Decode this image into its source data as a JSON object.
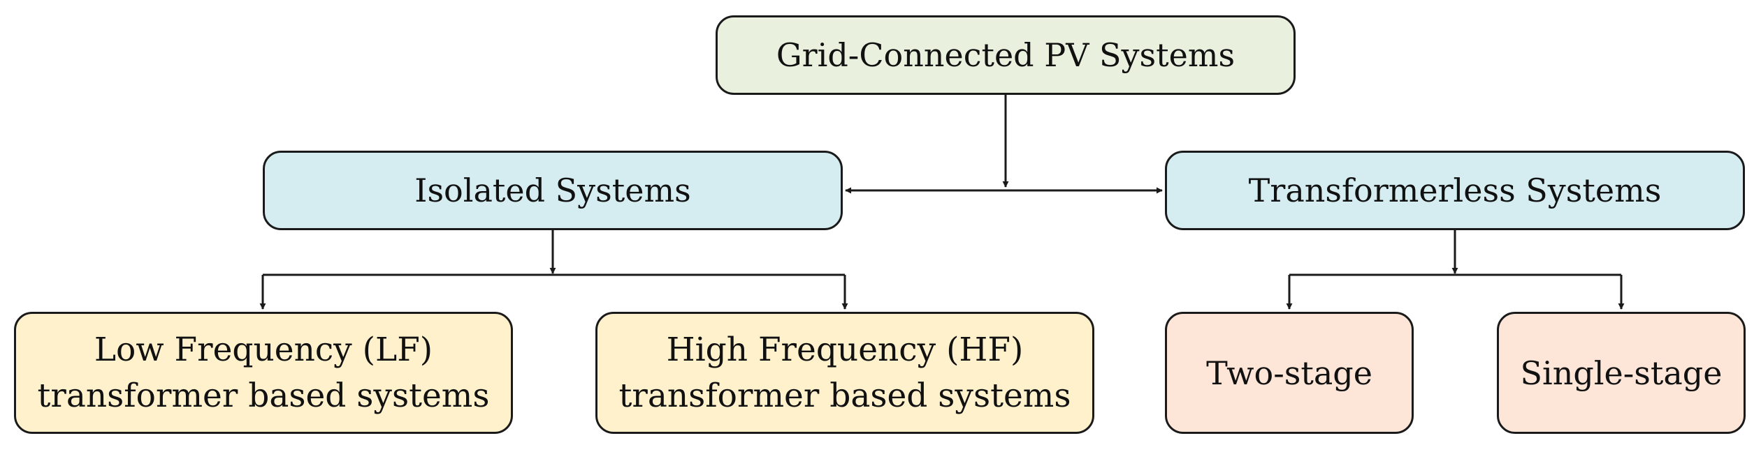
{
  "diagram": {
    "root": {
      "label": "Grid-Connected PV Systems",
      "fill": "#e9f1de"
    },
    "isolated": {
      "label": "Isolated Systems",
      "fill": "#d5edf1"
    },
    "transformerless": {
      "label": "Transformerless Systems",
      "fill": "#d5edf1"
    },
    "lf": {
      "line1": "Low Frequency (LF)",
      "line2": "transformer based systems",
      "fill": "#fff1cc"
    },
    "hf": {
      "line1": "High Frequency (HF)",
      "line2": "transformer based systems",
      "fill": "#fff1cc"
    },
    "two_stage": {
      "label": "Two-stage",
      "fill": "#fde6d8"
    },
    "single_stage": {
      "label": "Single-stage",
      "fill": "#fde6d8"
    },
    "line_color": "#1a1a1a",
    "border_color": "#1a1a1a"
  }
}
